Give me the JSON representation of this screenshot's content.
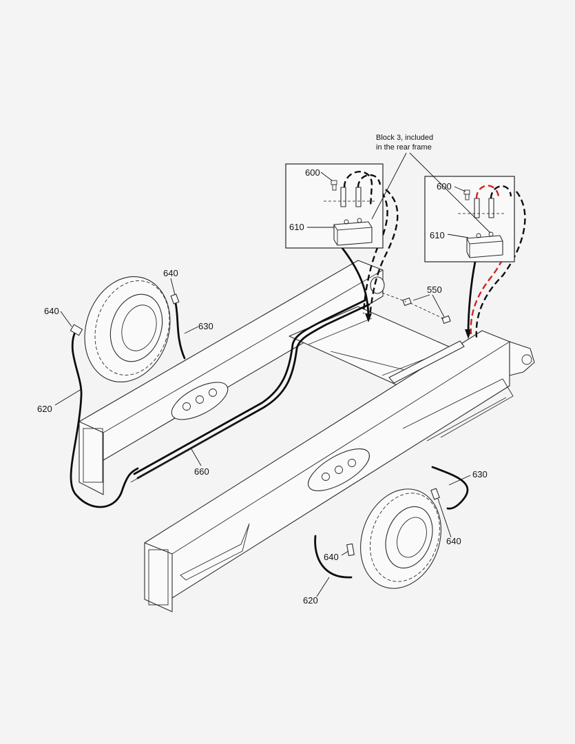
{
  "note": {
    "line1": "Block 3, included",
    "line2": "in the rear frame"
  },
  "labels": {
    "l600_left": "600",
    "l610_left": "610",
    "l600_right": "600",
    "l610_right": "610",
    "l550": "550",
    "l640_top": "640",
    "l640_left": "640",
    "l630_left": "630",
    "l620_left": "620",
    "l660": "660",
    "l630_right": "630",
    "l640_right": "640",
    "l640_bottom": "640",
    "l620_bottom": "620"
  },
  "colors": {
    "background": "#f4f4f4",
    "line": "#111111",
    "highlight_hose": "#d42020"
  }
}
